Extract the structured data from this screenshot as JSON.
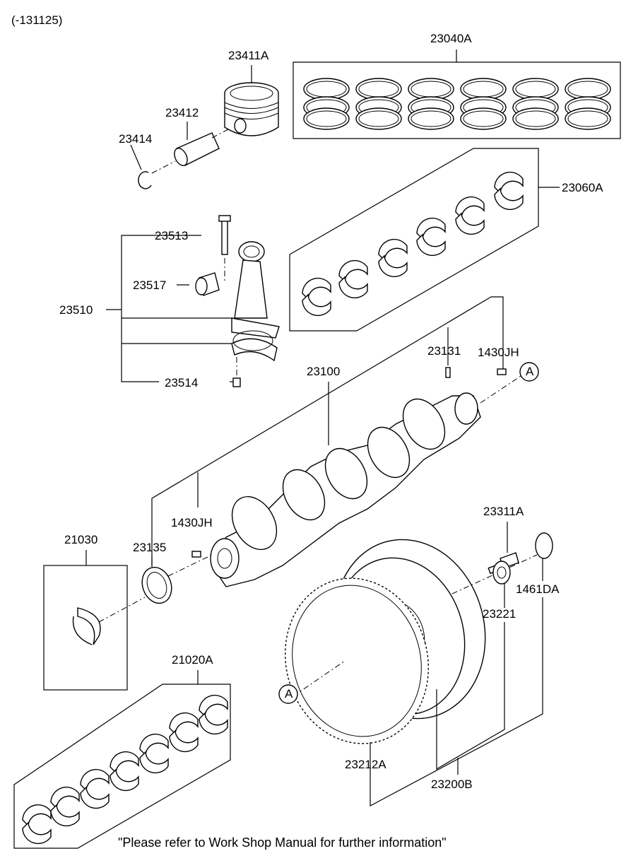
{
  "header": {
    "code": "(-131125)"
  },
  "labels": {
    "l23040A": "23040A",
    "l23411A": "23411A",
    "l23412": "23412",
    "l23414": "23414",
    "l23060A": "23060A",
    "l23513": "23513",
    "l23517": "23517",
    "l23510": "23510",
    "l23514": "23514",
    "l23131": "23131",
    "l1430JH_top": "1430JH",
    "l23100": "23100",
    "lA_top": "A",
    "l1430JH_left": "1430JH",
    "l23135": "23135",
    "l21030": "21030",
    "l23311A": "23311A",
    "l1461DA": "1461DA",
    "l23221": "23221",
    "l21020A": "21020A",
    "lA_bottom": "A",
    "l23212A": "23212A",
    "l23200B": "23200B"
  },
  "footer": {
    "note": "\"Please refer to Work Shop Manual for further information\""
  }
}
